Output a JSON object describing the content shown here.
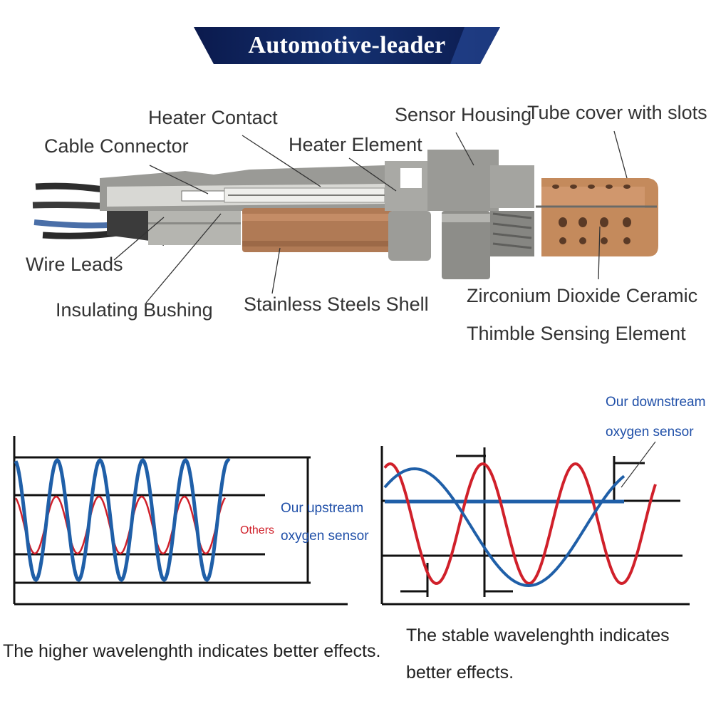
{
  "brand": {
    "title": "Automotive-leader",
    "colors": {
      "banner": "#0c1f5c",
      "banner_edge": "#2a4fa0",
      "text": "#ffffff"
    }
  },
  "sensor_diagram": {
    "labels": {
      "heater_contact": "Heater Contact",
      "cable_connector": "Cable Connector",
      "heater_element": "Heater Element",
      "sensor_housing": "Sensor Housing",
      "tube_cover": "Tube cover with slots",
      "wire_leads": "Wire Leads",
      "insulating_bushing": "Insulating Bushing",
      "stainless_shell": "Stainless Steels Shell",
      "ceramic_line1": "Zirconium Dioxide Ceramic",
      "ceramic_line2": "Thimble Sensing Element"
    },
    "colors": {
      "housing": "#9a9a96",
      "shell": "#b07a55",
      "tube": "#c48a5c",
      "wire": "#3a3a3a"
    }
  },
  "upstream_chart": {
    "others_label": "Others",
    "sensor_label_line1": "Our upstream",
    "sensor_label_line2": "oxygen sensor",
    "caption": "The higher wavelenghth indicates better effects.",
    "colors": {
      "ours": "#1f5fa8",
      "others": "#d0202a",
      "axes": "#111111"
    }
  },
  "downstream_chart": {
    "sensor_label_line1": "Our downstream",
    "sensor_label_line2": "oxygen sensor",
    "caption_line1": "The stable wavelenghth indicates",
    "caption_line2": "better effects.",
    "colors": {
      "ours": "#1f5fa8",
      "others": "#d0202a",
      "axes": "#111111"
    }
  }
}
